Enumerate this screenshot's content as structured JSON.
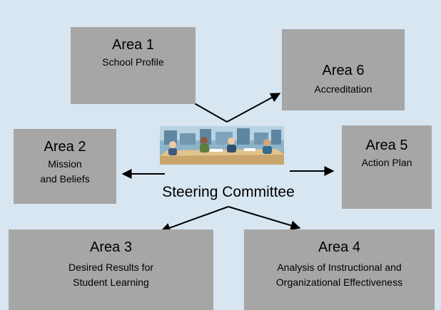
{
  "diagram": {
    "center": {
      "label": "Steering Committee",
      "image": "meeting-clipart"
    },
    "areas": [
      {
        "id": 1,
        "title": "Area 1",
        "subtitle": [
          "School Profile"
        ]
      },
      {
        "id": 2,
        "title": "Area 2",
        "subtitle": [
          "Mission",
          "and Beliefs"
        ]
      },
      {
        "id": 3,
        "title": "Area 3",
        "subtitle": [
          "Desired Results for",
          "Student Learning"
        ]
      },
      {
        "id": 4,
        "title": "Area 4",
        "subtitle": [
          "Analysis of Instructional and",
          "Organizational Effectiveness"
        ]
      },
      {
        "id": 5,
        "title": "Area 5",
        "subtitle": [
          "Action Plan"
        ]
      },
      {
        "id": 6,
        "title": "Area 6",
        "subtitle": [
          "Accreditation"
        ]
      }
    ]
  },
  "colors": {
    "background": "#d8e6f2",
    "box_fill": "#a6a6a6",
    "arrow": "#000000"
  }
}
